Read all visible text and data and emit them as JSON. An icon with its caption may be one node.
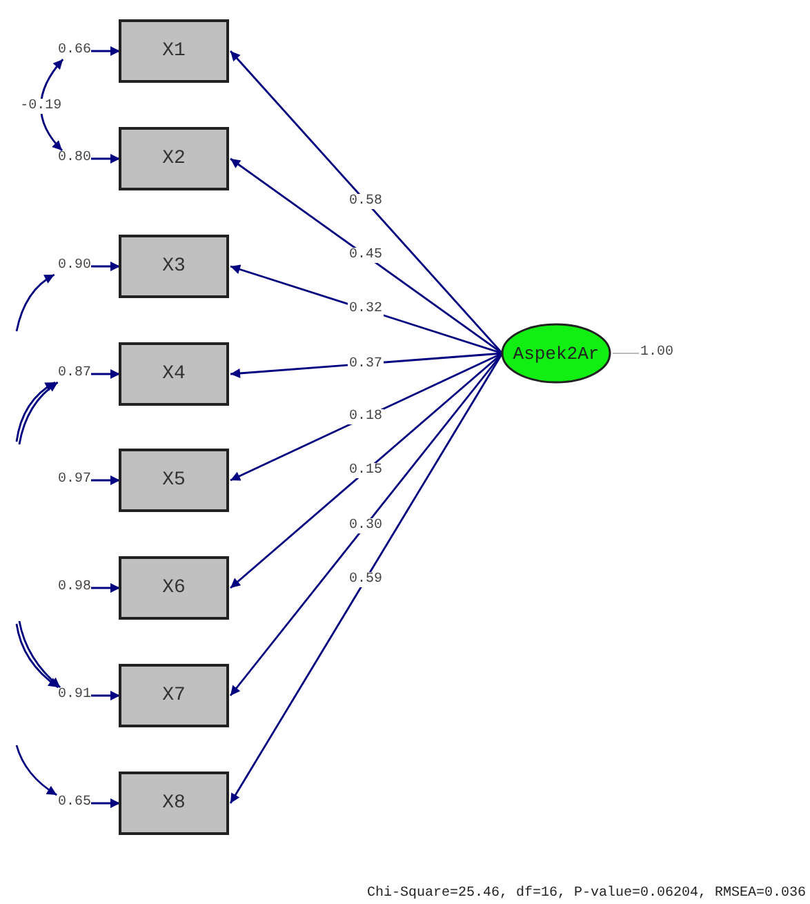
{
  "diagram": {
    "nodes": [
      {
        "text": [
          "X1"
        ]
      },
      {
        "text": [
          "X2"
        ]
      },
      {
        "text": [
          "X3"
        ]
      },
      {
        "text": [
          "X4"
        ]
      },
      {
        "text": [
          "X5"
        ]
      },
      {
        "text": [
          "X6"
        ]
      },
      {
        "text": [
          "X7"
        ]
      },
      {
        "text": [
          "X8"
        ]
      },
      {
        "text": [
          "Aspek2Ar"
        ],
        "beside": [
          "1.00"
        ]
      },
      {
        "text": [
          "0.66"
        ]
      },
      {
        "text": [
          "0.80"
        ]
      },
      {
        "text": [
          "0.90"
        ]
      },
      {
        "text": [
          "0.87"
        ]
      },
      {
        "text": [
          "0.97"
        ]
      },
      {
        "text": [
          "0.98"
        ]
      },
      {
        "text": [
          "0.91"
        ]
      },
      {
        "text": [
          "0.65"
        ]
      }
    ],
    "edges": [
      {
        "from": 8,
        "to": 0,
        "arrow": "to",
        "label": "0.58"
      },
      {
        "from": 8,
        "to": 1,
        "arrow": "to",
        "label": "0.45"
      },
      {
        "from": 8,
        "to": 2,
        "arrow": "to",
        "label": "0.32"
      },
      {
        "from": 8,
        "to": 3,
        "arrow": "to",
        "label": "0.37"
      },
      {
        "from": 8,
        "to": 4,
        "arrow": "to",
        "label": "0.18"
      },
      {
        "from": 8,
        "to": 5,
        "arrow": "to",
        "label": "0.15"
      },
      {
        "from": 8,
        "to": 6,
        "arrow": "to",
        "label": "0.30"
      },
      {
        "from": 8,
        "to": 7,
        "arrow": "to",
        "label": "0.59"
      },
      {
        "from": 9,
        "to": 0,
        "arrow": "to"
      },
      {
        "from": 10,
        "to": 1,
        "arrow": "to"
      },
      {
        "from": 11,
        "to": 2,
        "arrow": "to"
      },
      {
        "from": 12,
        "to": 3,
        "arrow": "to"
      },
      {
        "from": 13,
        "to": 4,
        "arrow": "to"
      },
      {
        "from": 14,
        "to": 5,
        "arrow": "to"
      },
      {
        "from": 15,
        "to": 6,
        "arrow": "to"
      },
      {
        "from": 16,
        "to": 7,
        "arrow": "to"
      },
      {
        "from": 9,
        "to": 10,
        "arrow": "both",
        "label": "-0.19"
      },
      {
        "from": null,
        "to": 11,
        "arrow": "to"
      },
      {
        "from": null,
        "to": 12,
        "arrow": "to"
      },
      {
        "from": null,
        "to": 12,
        "arrow": "to"
      },
      {
        "from": null,
        "to": 15,
        "arrow": "to"
      },
      {
        "from": null,
        "to": 15,
        "arrow": "to"
      },
      {
        "from": null,
        "to": 16,
        "arrow": "to"
      }
    ],
    "labels": [
      "Chi-Square=25.46, df=16, P-value=0.06204, RMSEA=0.036"
    ]
  }
}
